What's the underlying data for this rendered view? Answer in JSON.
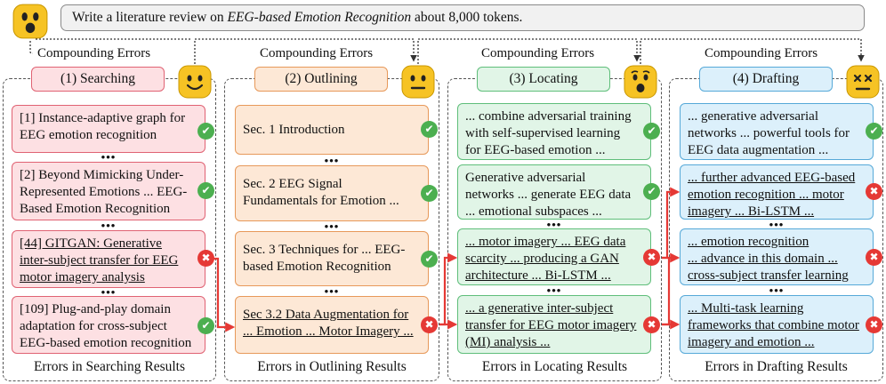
{
  "prompt": {
    "before": "Write a literature review on ",
    "topic": "EEG-based Emotion Recognition",
    "after": " about 8,000 tokens."
  },
  "compounding_label": "Compounding Errors",
  "colors": {
    "error_line": "#e53935",
    "ok": "#4caf50",
    "bad": "#e53935",
    "face": "#f6c324"
  },
  "columns": [
    {
      "title": "(1) Searching",
      "mood": "happy",
      "footer": "Errors in Searching Results",
      "items": [
        {
          "lines": [
            "[1] Instance-adaptive graph for",
            "EEG emotion recognition"
          ],
          "status": "ok",
          "underline": false
        },
        {
          "lines": [
            "[2] Beyond Mimicking Under-",
            "Represented Emotions ... EEG-",
            "Based Emotion Recognition"
          ],
          "status": "ok",
          "underline": false
        },
        {
          "lines": [
            "[44] GITGAN: Generative",
            "inter-subject transfer for EEG",
            "motor imagery analysis"
          ],
          "status": "bad",
          "underline": true
        },
        {
          "lines": [
            "[109] Plug-and-play domain",
            "adaptation for cross-subject",
            "EEG-based emotion recognition"
          ],
          "status": "ok",
          "underline": false
        }
      ]
    },
    {
      "title": "(2) Outlining",
      "mood": "neutral",
      "footer": "Errors in Outlining Results",
      "items": [
        {
          "lines": [
            "Sec. 1 Introduction"
          ],
          "status": "ok",
          "underline": false
        },
        {
          "lines": [
            "Sec. 2 EEG Signal",
            "Fundamentals for Emotion ..."
          ],
          "status": "ok",
          "underline": false
        },
        {
          "lines": [
            "Sec. 3 Techniques for ... EEG-",
            "based Emotion Recognition"
          ],
          "status": "ok",
          "underline": false
        },
        {
          "lines": [
            "Sec 3.2 Data Augmentation for",
            "... Emotion ... Motor Imagery ..."
          ],
          "status": "bad",
          "underline": true
        }
      ]
    },
    {
      "title": "(3) Locating",
      "mood": "shocked",
      "footer": "Errors in Locating Results",
      "items": [
        {
          "lines": [
            "... combine adversarial training",
            "with self-supervised learning",
            "for EEG-based emotion ..."
          ],
          "status": "ok",
          "underline": false
        },
        {
          "lines": [
            "Generative adversarial",
            "networks ... generate EEG data",
            "... emotional subspaces ..."
          ],
          "status": "ok",
          "underline": false
        },
        {
          "lines": [
            "... motor imagery ... EEG data",
            "scarcity ... producing a GAN",
            "architecture ... Bi-LSTM ..."
          ],
          "status": "bad",
          "underline": true
        },
        {
          "lines": [
            "... a generative inter-subject",
            "transfer for EEG motor imagery",
            "(MI) analysis ..."
          ],
          "status": "bad",
          "underline": true
        }
      ]
    },
    {
      "title": "(4) Drafting",
      "mood": "dizzy",
      "footer": "Errors in Drafting Results",
      "items": [
        {
          "lines": [
            "... generative adversarial",
            "networks ... powerful tools for",
            "EEG data augmentation ..."
          ],
          "status": "ok",
          "underline": false
        },
        {
          "lines": [
            "... further advanced EEG-based",
            "emotion recognition ... motor",
            "imagery ... Bi-LSTM ..."
          ],
          "status": "bad",
          "underline": true
        },
        {
          "lines": [
            "... emotion recognition",
            "... advance in this domain ...",
            "cross-subject transfer learning"
          ],
          "status": "bad",
          "underline": true
        },
        {
          "lines": [
            "... Multi-task learning",
            "frameworks that combine motor",
            "imagery and emotion ..."
          ],
          "status": "bad",
          "underline": true
        }
      ]
    }
  ]
}
